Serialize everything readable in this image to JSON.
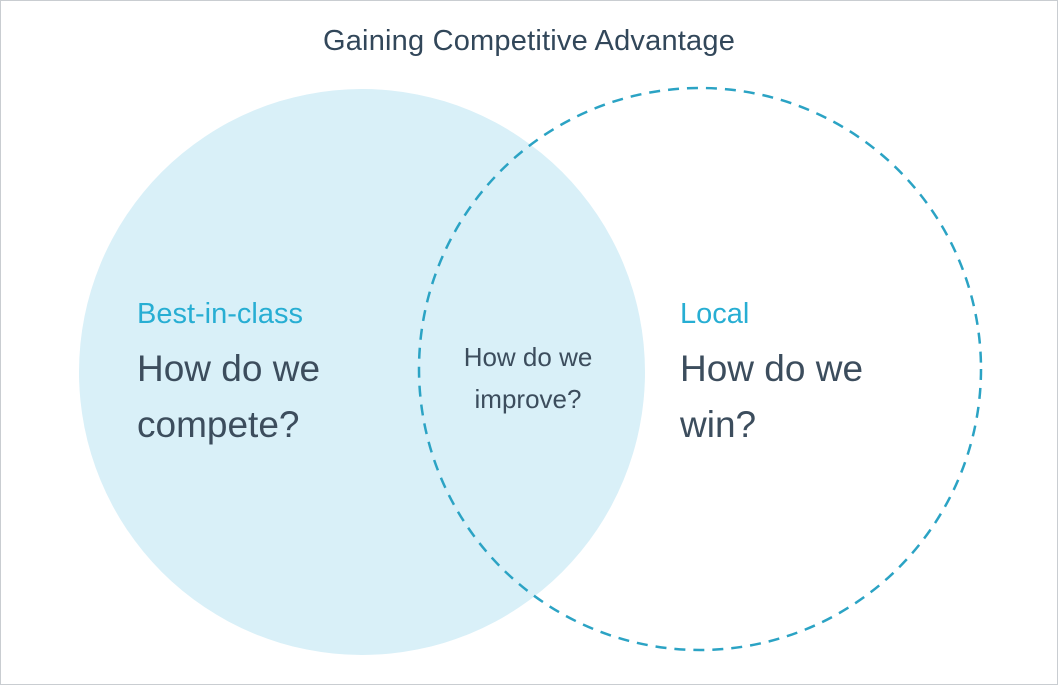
{
  "title": "Gaining Competitive Advantage",
  "diagram": {
    "type": "venn",
    "left_circle": {
      "label": "Best-in-class",
      "question": "How do we compete?"
    },
    "right_circle": {
      "label": "Local",
      "question": "How do we win?"
    },
    "overlap": {
      "question": "How do we improve?"
    }
  },
  "colors": {
    "left_fill": "#d9f0f8",
    "accent_teal": "#27aed3",
    "dashed_stroke": "#2ba3c4",
    "heading_text": "#32475a",
    "body_text": "#3c4d5d",
    "frame_border": "#c9cdd1"
  }
}
